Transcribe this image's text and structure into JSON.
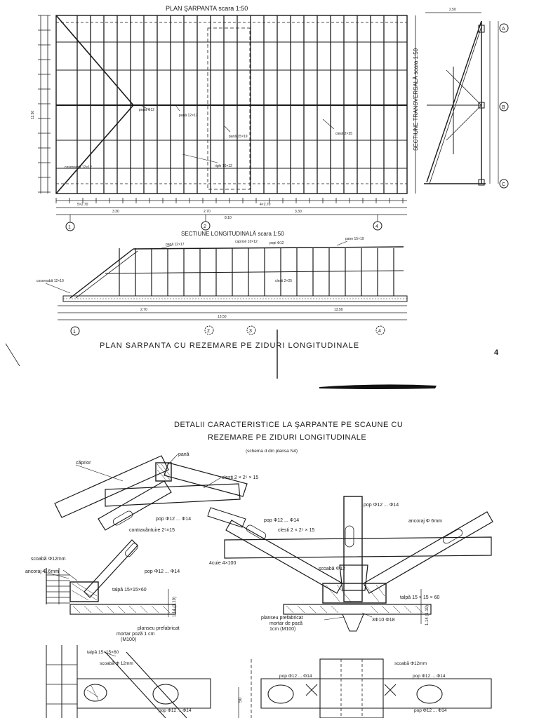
{
  "top": {
    "plan_title": "PLAN  ŞARPANTA  scara 1:50",
    "section_trans_title": "SECTIUNE TRANSVERSALĂ scara 1:50",
    "section_long_title": "SECTIUNE  LONGITUDINALĂ  scara 1:50",
    "plan_caption": "PLAN SARPANTA  CU REZEMARE  PE  ZIDURI  LONGITUDINALE",
    "page_number": "4",
    "labels": {
      "popa_12": "popa Φ12",
      "pana_12x17": "pană 12×17",
      "pana_15x19": "pană 15×19",
      "clesti_2x25": "clesti 2×25",
      "rigle": "rigle 10×12",
      "cosoroaba": "cosoroabă 12×12",
      "dim_5x270": "5×2.70",
      "dim_4x270": "4×2.70",
      "dim_270": "2.70",
      "dim_270a": "2.70",
      "dim_810": "8.10",
      "dim_1350": "13.50",
      "dim_330": "3.30",
      "dim_330b": "3.30",
      "dim_1350b": "13.50",
      "dim_1150": "11.50",
      "ax_1": "1",
      "ax_2": "2",
      "ax_3": "3",
      "ax_4": "4",
      "ax_a": "A",
      "ax_b": "B",
      "ax_c": "C",
      "scale_top": "2.50",
      "long_pana": "pană 12×17",
      "long_capriori": "capriori 10×12",
      "long_popi": "popi Φ12",
      "long_pane": "pane 15×19",
      "long_clesti": "clesti 2×25",
      "long_cosoroaba": "cosoroabă 12×10",
      "ax_1b": "1",
      "ax_2b": "2",
      "ax_3b": "3",
      "ax_4b": "4"
    }
  },
  "bottom": {
    "title_line1": "DETALII  CARACTERISTICE  LA  ŞARPANTE  PE  SCAUNE  CU",
    "title_line2": "REZEMARE  PE  ZIDURI  LONGITUDINALE",
    "subtitle": "(schema d  din plansa N4)",
    "labels": {
      "capriori": "căprior",
      "pana": "pană",
      "clesti_left": "clesti  2 × 2⁵ × 15",
      "popa_left": "pop Φ12 ... Φ14",
      "contravantuire": "contravântuire  2⁵×15",
      "scoaba_12mm": "scoabă Φ12mm",
      "ancoraj_6mm": "ancoraj  Φ 6mm",
      "popa_left2": "pop Φ12 ... Φ14",
      "talpa_left": "talpă 15×15×60",
      "planseu_left": "planseu  prefabricat",
      "mortar_left": "mortar  poză 1 cm",
      "m100_left": "(M100)",
      "dim_v_left": "1.14 (1.19)",
      "popa_right_top": "pop Φ12 ... Φ14",
      "popa_mid": "pop Φ12 ... Φ14",
      "clesti_mid": "clesti  2 × 2⁵ × 15",
      "ancoraj_right": "ancoraj Φ 6mm",
      "cuie": "4cuie  4×100",
      "scoaba_mid": "scoabă Φ12",
      "talpa_right": "talpă  15 × 15 × 60",
      "planseu_right": "planseu prefabricat",
      "mortar_right": "mortar  de  poză",
      "m100_right": "1cm  (M100)",
      "bolt": "3Φ10  Φ18",
      "dim_v_right": "1.14 (1.19)",
      "talpa_bl": "talpă  15×15×60",
      "scoaba_bl": "scoabă  Φ 12mm",
      "pop_bl": "pop Φ12 ... Φ14",
      "dim_50": "50",
      "pop_bm": "pop Φ12 ... Φ14",
      "pop_br": "pop Φ12 ... Φ14",
      "scoaba_br": "scoabă Φ12mm",
      "pop_br2": "pop Φ12 ... Φ14"
    }
  }
}
